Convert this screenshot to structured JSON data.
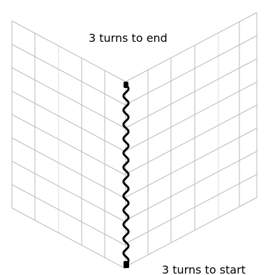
{
  "diagram": {
    "top_label": "3 turns to end",
    "bottom_label": "3 turns to start",
    "grid_color": "#b9b9b9",
    "grid_accent_color": "#dcdcdc",
    "wave_color": "#000000",
    "turns_end": 3,
    "turns_start": 3
  }
}
